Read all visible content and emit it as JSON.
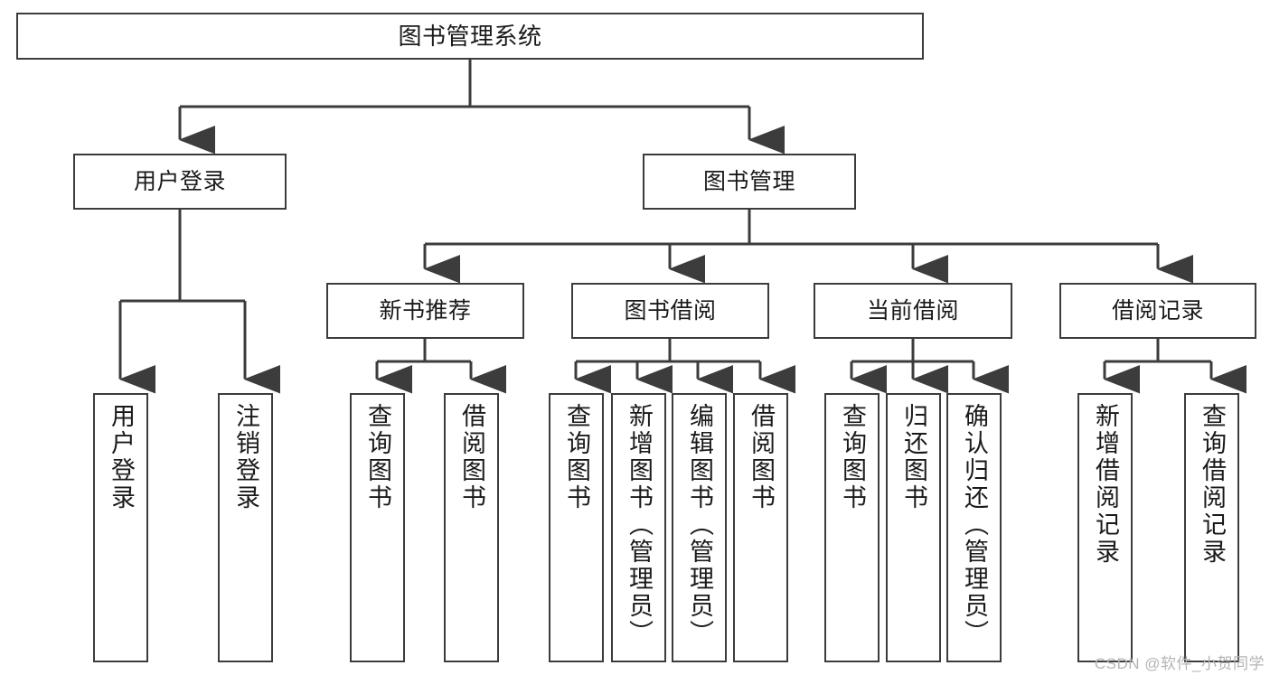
{
  "diagram": {
    "title": "图书管理系统",
    "type": "tree-hierarchy-chart",
    "colors": {
      "box_border": "#3c3c3c",
      "box_fill": "#ffffff",
      "connector": "#3c3c3c",
      "text": "#1a1a1a",
      "watermark": "#b4b4b4"
    },
    "root": {
      "label": "图书管理系统"
    },
    "level2": [
      {
        "label": "用户登录"
      },
      {
        "label": "图书管理"
      }
    ],
    "level3": [
      {
        "label": "新书推荐"
      },
      {
        "label": "图书借阅"
      },
      {
        "label": "当前借阅"
      },
      {
        "label": "借阅记录"
      }
    ],
    "leaves": [
      {
        "label": "用户登录",
        "parent": "用户登录"
      },
      {
        "label": "注销登录",
        "parent": "用户登录"
      },
      {
        "label": "查询图书",
        "parent": "新书推荐"
      },
      {
        "label": "借阅图书",
        "parent": "新书推荐"
      },
      {
        "label": "查询图书",
        "parent": "图书借阅"
      },
      {
        "label": "新增图书（管理员）",
        "parent": "图书借阅"
      },
      {
        "label": "编辑图书（管理员）",
        "parent": "图书借阅"
      },
      {
        "label": "借阅图书",
        "parent": "图书借阅"
      },
      {
        "label": "查询图书",
        "parent": "当前借阅"
      },
      {
        "label": "归还图书",
        "parent": "当前借阅"
      },
      {
        "label": "确认归还（管理员）",
        "parent": "当前借阅"
      },
      {
        "label": "新增借阅记录",
        "parent": "借阅记录"
      },
      {
        "label": "查询借阅记录",
        "parent": "借阅记录"
      }
    ],
    "watermark": "CSDN @软件_小贺同学"
  }
}
